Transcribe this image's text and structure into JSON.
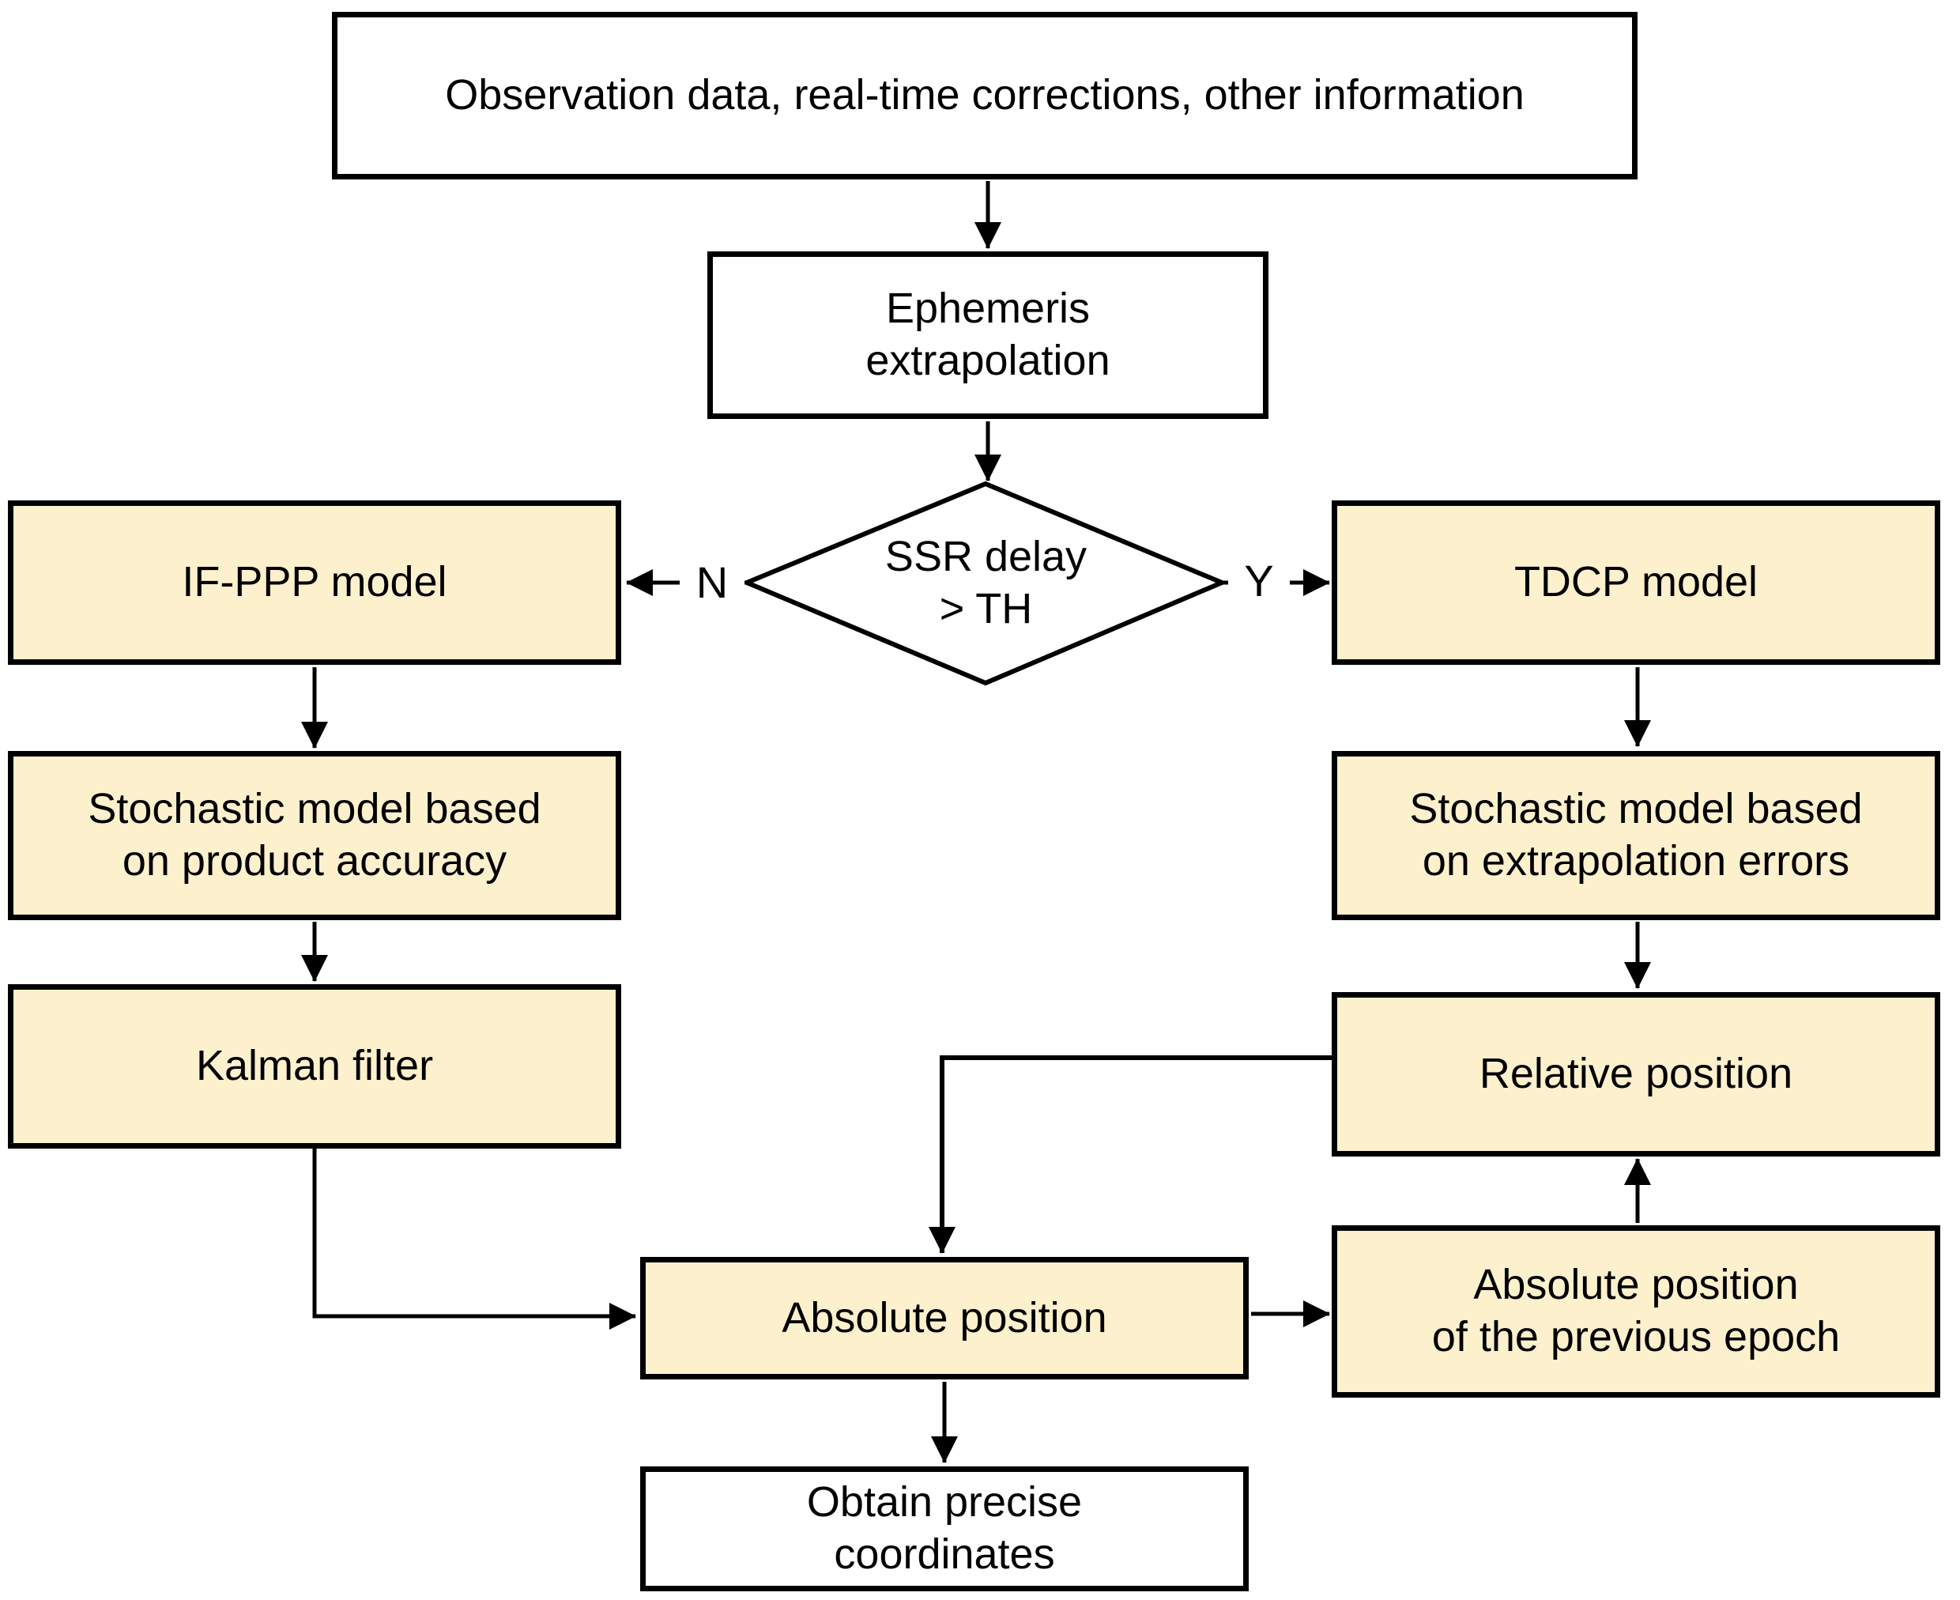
{
  "diagram": {
    "type": "flowchart",
    "colors": {
      "node_fill_tan": "#FDF0CC",
      "node_fill_white": "#FFFFFF",
      "border": "#000000",
      "text": "#000000"
    },
    "nodes": {
      "observation": {
        "label": "Observation data, real-time corrections, other information"
      },
      "ephemeris": {
        "label": "Ephemeris\nextrapolation"
      },
      "decision": {
        "label": "SSR delay\n> TH"
      },
      "ifppp": {
        "label": "IF-PPP model"
      },
      "tdcp": {
        "label": "TDCP model"
      },
      "stochastic_product": {
        "label": "Stochastic model based\non product accuracy"
      },
      "stochastic_extrapolation": {
        "label": "Stochastic model based\non extrapolation errors"
      },
      "kalman": {
        "label": "Kalman filter"
      },
      "relative_position": {
        "label": "Relative position"
      },
      "absolute_position": {
        "label": "Absolute position"
      },
      "absolute_position_previous": {
        "label": "Absolute position\nof the previous epoch"
      },
      "obtain_coordinates": {
        "label": "Obtain precise\ncoordinates"
      }
    },
    "branch_labels": {
      "no": "N",
      "yes": "Y"
    }
  }
}
